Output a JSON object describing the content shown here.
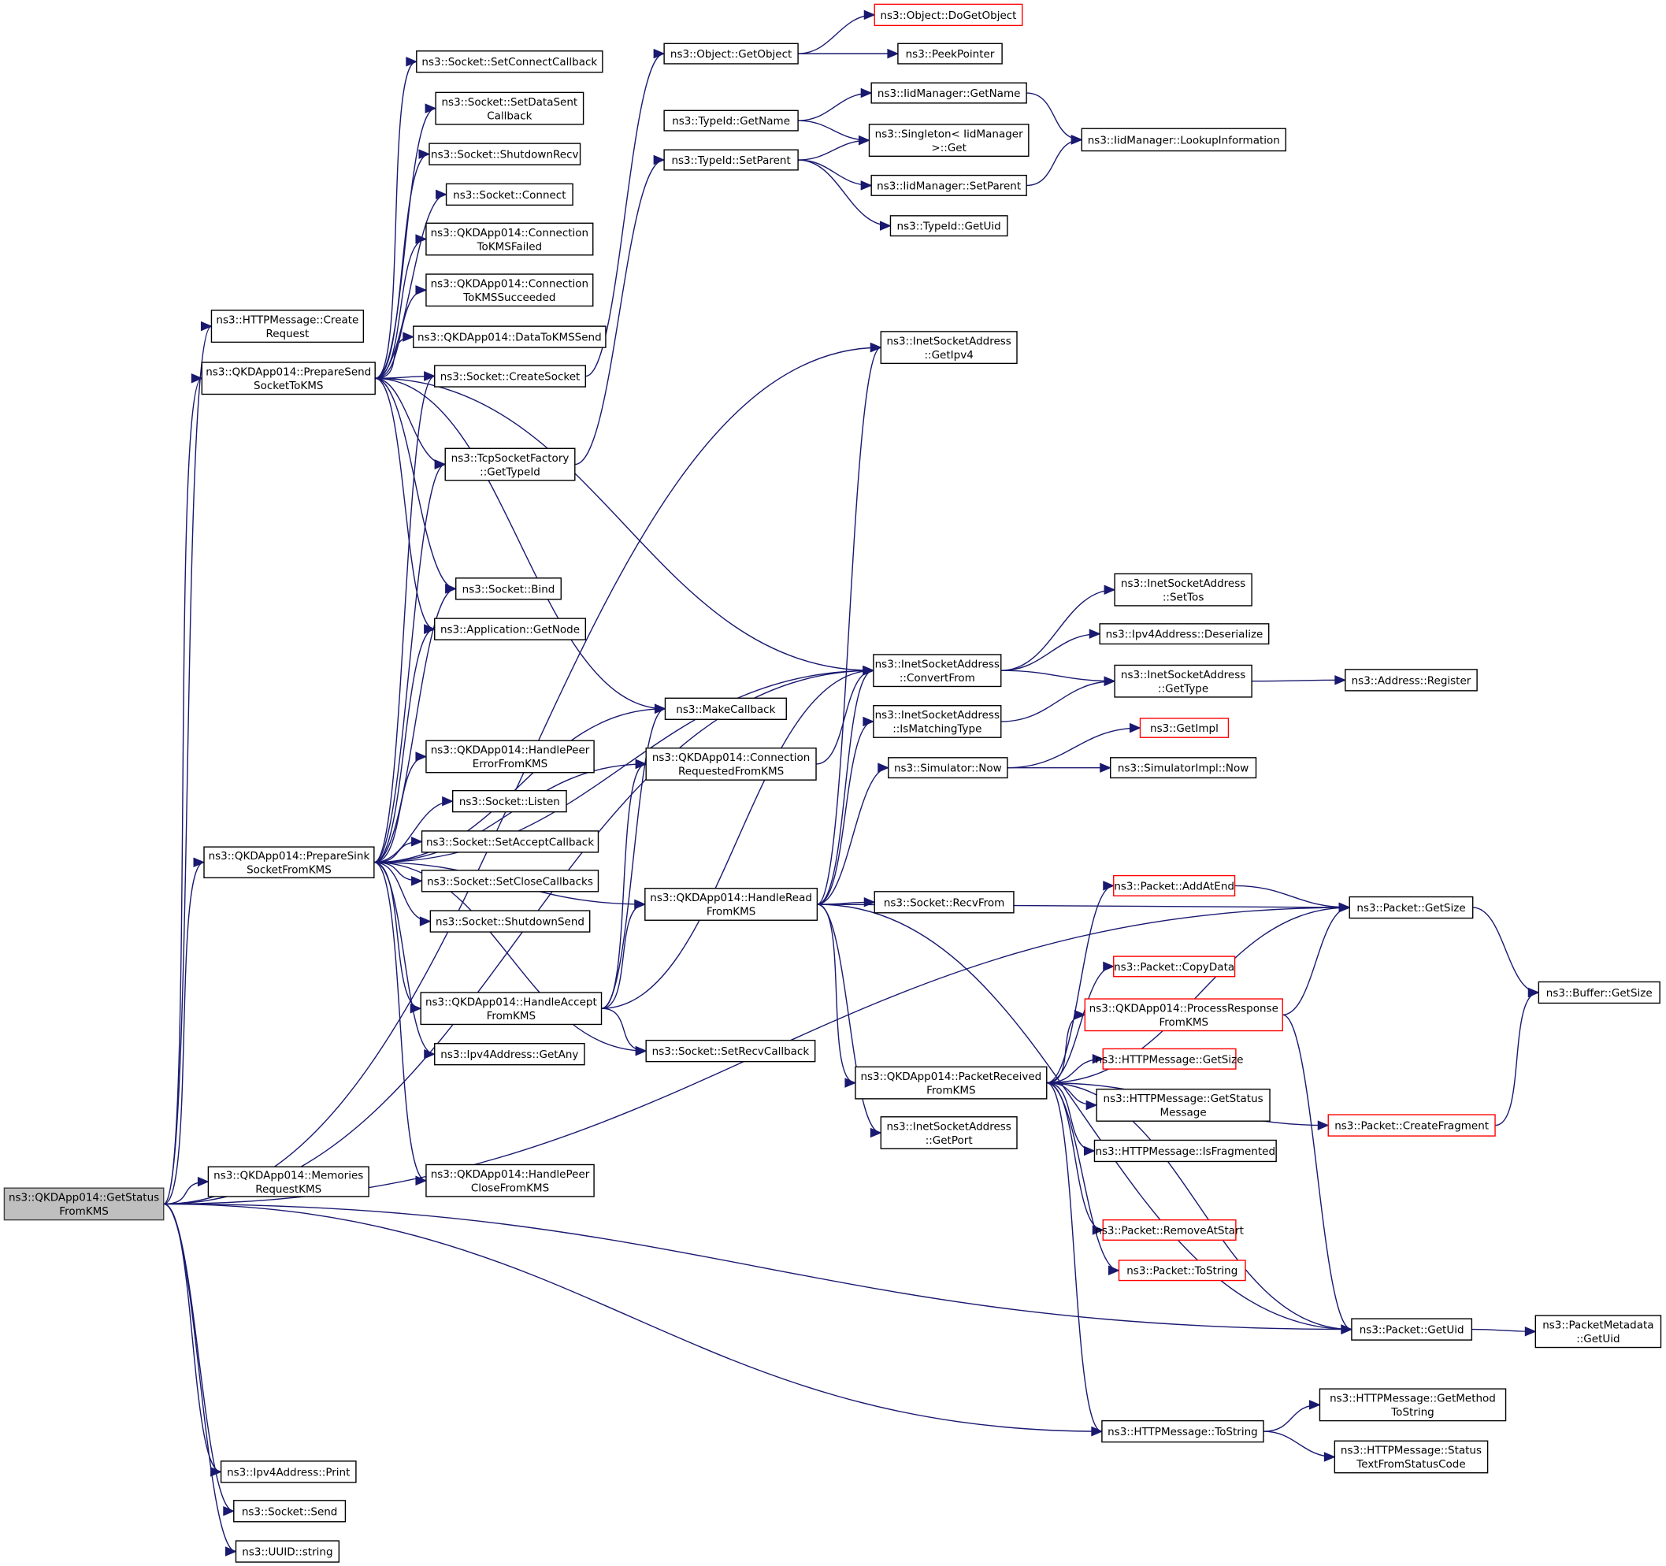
{
  "diagram": {
    "title": "Call graph of ns3::QKDApp014::GetStatusFromKMS",
    "colors": {
      "edge": "#191970",
      "root_fill": "#bfbfbf",
      "node_border": "#000000",
      "truncated_border": "#ff0000"
    },
    "nodes": [
      {
        "id": "root",
        "lines": [
          "ns3::QKDApp014::GetStatus",
          "FromKMS"
        ],
        "style": "root"
      },
      {
        "id": "createRequest",
        "lines": [
          "ns3::HTTPMessage::Create",
          "Request"
        ]
      },
      {
        "id": "prepSend",
        "lines": [
          "ns3::QKDApp014::PrepareSend",
          "SocketToKMS"
        ]
      },
      {
        "id": "prepSink",
        "lines": [
          "ns3::QKDApp014::PrepareSink",
          "SocketFromKMS"
        ]
      },
      {
        "id": "memReq",
        "lines": [
          "ns3::QKDApp014::Memories",
          "RequestKMS"
        ]
      },
      {
        "id": "ipv4Print",
        "lines": [
          "ns3::Ipv4Address::Print"
        ]
      },
      {
        "id": "sockSend",
        "lines": [
          "ns3::Socket::Send"
        ]
      },
      {
        "id": "uuidString",
        "lines": [
          "ns3::UUID::string"
        ]
      },
      {
        "id": "setConnCb",
        "lines": [
          "ns3::Socket::SetConnectCallback"
        ]
      },
      {
        "id": "setDataSent",
        "lines": [
          "ns3::Socket::SetDataSent",
          "Callback"
        ]
      },
      {
        "id": "shutRecv",
        "lines": [
          "ns3::Socket::ShutdownRecv"
        ]
      },
      {
        "id": "connect",
        "lines": [
          "ns3::Socket::Connect"
        ]
      },
      {
        "id": "connFailed",
        "lines": [
          "ns3::QKDApp014::Connection",
          "ToKMSFailed"
        ]
      },
      {
        "id": "connSucc",
        "lines": [
          "ns3::QKDApp014::Connection",
          "ToKMSSucceeded"
        ]
      },
      {
        "id": "dataSend",
        "lines": [
          "ns3::QKDApp014::DataToKMSSend"
        ]
      },
      {
        "id": "createSocket",
        "lines": [
          "ns3::Socket::CreateSocket"
        ]
      },
      {
        "id": "tcpTypeId",
        "lines": [
          "ns3::TcpSocketFactory",
          "::GetTypeId"
        ]
      },
      {
        "id": "bind",
        "lines": [
          "ns3::Socket::Bind"
        ]
      },
      {
        "id": "getNode",
        "lines": [
          "ns3::Application::GetNode"
        ]
      },
      {
        "id": "peerErr",
        "lines": [
          "ns3::QKDApp014::HandlePeer",
          "ErrorFromKMS"
        ]
      },
      {
        "id": "listen",
        "lines": [
          "ns3::Socket::Listen"
        ]
      },
      {
        "id": "setAcceptCb",
        "lines": [
          "ns3::Socket::SetAcceptCallback"
        ]
      },
      {
        "id": "setCloseCb",
        "lines": [
          "ns3::Socket::SetCloseCallbacks"
        ]
      },
      {
        "id": "shutSend",
        "lines": [
          "ns3::Socket::ShutdownSend"
        ]
      },
      {
        "id": "handleAccept",
        "lines": [
          "ns3::QKDApp014::HandleAccept",
          "FromKMS"
        ]
      },
      {
        "id": "getAny",
        "lines": [
          "ns3::Ipv4Address::GetAny"
        ]
      },
      {
        "id": "peerClose",
        "lines": [
          "ns3::QKDApp014::HandlePeer",
          "CloseFromKMS"
        ]
      },
      {
        "id": "getObject",
        "lines": [
          "ns3::Object::GetObject"
        ]
      },
      {
        "id": "typeGetName",
        "lines": [
          "ns3::TypeId::GetName"
        ]
      },
      {
        "id": "typeSetParent",
        "lines": [
          "ns3::TypeId::SetParent"
        ]
      },
      {
        "id": "makeCallback",
        "lines": [
          "ns3::MakeCallback"
        ]
      },
      {
        "id": "connReq",
        "lines": [
          "ns3::QKDApp014::Connection",
          "RequestedFromKMS"
        ]
      },
      {
        "id": "handleRead",
        "lines": [
          "ns3::QKDApp014::HandleRead",
          "FromKMS"
        ]
      },
      {
        "id": "setRecvCb",
        "lines": [
          "ns3::Socket::SetRecvCallback"
        ]
      },
      {
        "id": "doGetObject",
        "lines": [
          "ns3::Object::DoGetObject"
        ],
        "style": "red"
      },
      {
        "id": "peekPointer",
        "lines": [
          "ns3::PeekPointer"
        ]
      },
      {
        "id": "iidGetName",
        "lines": [
          "ns3::IidManager::GetName"
        ]
      },
      {
        "id": "singletonGet",
        "lines": [
          "ns3::Singleton< IidManager",
          ">::Get"
        ]
      },
      {
        "id": "iidSetParent",
        "lines": [
          "ns3::IidManager::SetParent"
        ]
      },
      {
        "id": "typeGetUid",
        "lines": [
          "ns3::TypeId::GetUid"
        ]
      },
      {
        "id": "getIpv4",
        "lines": [
          "ns3::InetSocketAddress",
          "::GetIpv4"
        ]
      },
      {
        "id": "convertFrom",
        "lines": [
          "ns3::InetSocketAddress",
          "::ConvertFrom"
        ]
      },
      {
        "id": "isMatching",
        "lines": [
          "ns3::InetSocketAddress",
          "::IsMatchingType"
        ]
      },
      {
        "id": "simNow",
        "lines": [
          "ns3::Simulator::Now"
        ]
      },
      {
        "id": "recvFrom",
        "lines": [
          "ns3::Socket::RecvFrom"
        ]
      },
      {
        "id": "pktReceived",
        "lines": [
          "ns3::QKDApp014::PacketReceived",
          "FromKMS"
        ]
      },
      {
        "id": "getPort",
        "lines": [
          "ns3::InetSocketAddress",
          "::GetPort"
        ]
      },
      {
        "id": "httpToString",
        "lines": [
          "ns3::HTTPMessage::ToString"
        ]
      },
      {
        "id": "lookupInfo",
        "lines": [
          "ns3::IidManager::LookupInformation"
        ]
      },
      {
        "id": "setTos",
        "lines": [
          "ns3::InetSocketAddress",
          "::SetTos"
        ]
      },
      {
        "id": "deserialize",
        "lines": [
          "ns3::Ipv4Address::Deserialize"
        ]
      },
      {
        "id": "getType",
        "lines": [
          "ns3::InetSocketAddress",
          "::GetType"
        ]
      },
      {
        "id": "getImpl",
        "lines": [
          "ns3::GetImpl"
        ],
        "style": "red"
      },
      {
        "id": "simImplNow",
        "lines": [
          "ns3::SimulatorImpl::Now"
        ]
      },
      {
        "id": "addAtEnd",
        "lines": [
          "ns3::Packet::AddAtEnd"
        ],
        "style": "red"
      },
      {
        "id": "copyData",
        "lines": [
          "ns3::Packet::CopyData"
        ],
        "style": "red"
      },
      {
        "id": "processResp",
        "lines": [
          "ns3::QKDApp014::ProcessResponse",
          "FromKMS"
        ],
        "style": "red"
      },
      {
        "id": "httpGetSize",
        "lines": [
          "ns3::HTTPMessage::GetSize"
        ],
        "style": "red"
      },
      {
        "id": "getStatusMsg",
        "lines": [
          "ns3::HTTPMessage::GetStatus",
          "Message"
        ]
      },
      {
        "id": "isFragmented",
        "lines": [
          "ns3::HTTPMessage::IsFragmented"
        ]
      },
      {
        "id": "removeAtStart",
        "lines": [
          "ns3::Packet::RemoveAtStart"
        ],
        "style": "red"
      },
      {
        "id": "pktToString",
        "lines": [
          "ns3::Packet::ToString"
        ],
        "style": "red"
      },
      {
        "id": "getMethodStr",
        "lines": [
          "ns3::HTTPMessage::GetMethod",
          "ToString"
        ]
      },
      {
        "id": "statusText",
        "lines": [
          "ns3::HTTPMessage::Status",
          "TextFromStatusCode"
        ]
      },
      {
        "id": "addrRegister",
        "lines": [
          "ns3::Address::Register"
        ]
      },
      {
        "id": "pktGetSize",
        "lines": [
          "ns3::Packet::GetSize"
        ]
      },
      {
        "id": "createFragment",
        "lines": [
          "ns3::Packet::CreateFragment"
        ],
        "style": "red"
      },
      {
        "id": "pktGetUid",
        "lines": [
          "ns3::Packet::GetUid"
        ]
      },
      {
        "id": "bufGetSize",
        "lines": [
          "ns3::Buffer::GetSize"
        ]
      },
      {
        "id": "metaGetUid",
        "lines": [
          "ns3::PacketMetadata",
          "::GetUid"
        ]
      }
    ],
    "edges": [
      [
        "root",
        "createRequest"
      ],
      [
        "root",
        "prepSend"
      ],
      [
        "root",
        "prepSink"
      ],
      [
        "root",
        "memReq"
      ],
      [
        "root",
        "ipv4Print"
      ],
      [
        "root",
        "sockSend"
      ],
      [
        "root",
        "uuidString"
      ],
      [
        "root",
        "getIpv4"
      ],
      [
        "root",
        "convertFrom"
      ],
      [
        "root",
        "pktGetSize"
      ],
      [
        "root",
        "pktGetUid"
      ],
      [
        "root",
        "httpToString"
      ],
      [
        "prepSend",
        "setConnCb"
      ],
      [
        "prepSend",
        "setDataSent"
      ],
      [
        "prepSend",
        "shutRecv"
      ],
      [
        "prepSend",
        "connect"
      ],
      [
        "prepSend",
        "connFailed"
      ],
      [
        "prepSend",
        "connSucc"
      ],
      [
        "prepSend",
        "dataSend"
      ],
      [
        "prepSend",
        "createSocket"
      ],
      [
        "prepSend",
        "tcpTypeId"
      ],
      [
        "prepSend",
        "bind"
      ],
      [
        "prepSend",
        "getNode"
      ],
      [
        "prepSend",
        "makeCallback"
      ],
      [
        "prepSend",
        "convertFrom"
      ],
      [
        "prepSink",
        "createSocket"
      ],
      [
        "prepSink",
        "tcpTypeId"
      ],
      [
        "prepSink",
        "bind"
      ],
      [
        "prepSink",
        "getNode"
      ],
      [
        "prepSink",
        "convertFrom"
      ],
      [
        "prepSink",
        "makeCallback"
      ],
      [
        "prepSink",
        "peerErr"
      ],
      [
        "prepSink",
        "listen"
      ],
      [
        "prepSink",
        "setAcceptCb"
      ],
      [
        "prepSink",
        "setCloseCb"
      ],
      [
        "prepSink",
        "shutSend"
      ],
      [
        "prepSink",
        "handleAccept"
      ],
      [
        "prepSink",
        "getAny"
      ],
      [
        "prepSink",
        "peerClose"
      ],
      [
        "prepSink",
        "handleRead"
      ],
      [
        "prepSink",
        "setRecvCb"
      ],
      [
        "prepSink",
        "connReq"
      ],
      [
        "createSocket",
        "getObject"
      ],
      [
        "tcpTypeId",
        "typeSetParent"
      ],
      [
        "getObject",
        "doGetObject"
      ],
      [
        "getObject",
        "peekPointer"
      ],
      [
        "typeGetName",
        "iidGetName"
      ],
      [
        "typeGetName",
        "singletonGet"
      ],
      [
        "typeSetParent",
        "singletonGet"
      ],
      [
        "typeSetParent",
        "iidSetParent"
      ],
      [
        "typeSetParent",
        "typeGetUid"
      ],
      [
        "iidGetName",
        "lookupInfo"
      ],
      [
        "iidSetParent",
        "lookupInfo"
      ],
      [
        "handleAccept",
        "makeCallback"
      ],
      [
        "handleAccept",
        "connReq"
      ],
      [
        "handleAccept",
        "handleRead"
      ],
      [
        "handleAccept",
        "setRecvCb"
      ],
      [
        "handleAccept",
        "convertFrom"
      ],
      [
        "connReq",
        "convertFrom"
      ],
      [
        "handleRead",
        "getIpv4"
      ],
      [
        "handleRead",
        "convertFrom"
      ],
      [
        "handleRead",
        "isMatching"
      ],
      [
        "handleRead",
        "simNow"
      ],
      [
        "handleRead",
        "recvFrom"
      ],
      [
        "handleRead",
        "pktReceived"
      ],
      [
        "handleRead",
        "getPort"
      ],
      [
        "handleRead",
        "pktGetSize"
      ],
      [
        "handleRead",
        "pktGetUid"
      ],
      [
        "convertFrom",
        "setTos"
      ],
      [
        "convertFrom",
        "deserialize"
      ],
      [
        "convertFrom",
        "getType"
      ],
      [
        "isMatching",
        "getType"
      ],
      [
        "getType",
        "addrRegister"
      ],
      [
        "simNow",
        "getImpl"
      ],
      [
        "simNow",
        "simImplNow"
      ],
      [
        "pktReceived",
        "addAtEnd"
      ],
      [
        "pktReceived",
        "pktGetSize"
      ],
      [
        "pktReceived",
        "copyData"
      ],
      [
        "pktReceived",
        "processResp"
      ],
      [
        "pktReceived",
        "httpGetSize"
      ],
      [
        "pktReceived",
        "getStatusMsg"
      ],
      [
        "pktReceived",
        "isFragmented"
      ],
      [
        "pktReceived",
        "createFragment"
      ],
      [
        "pktReceived",
        "removeAtStart"
      ],
      [
        "pktReceived",
        "pktToString"
      ],
      [
        "pktReceived",
        "pktGetUid"
      ],
      [
        "pktReceived",
        "httpToString"
      ],
      [
        "addAtEnd",
        "pktGetSize"
      ],
      [
        "processResp",
        "pktGetSize"
      ],
      [
        "processResp",
        "pktGetUid"
      ],
      [
        "pktGetSize",
        "bufGetSize"
      ],
      [
        "createFragment",
        "bufGetSize"
      ],
      [
        "pktGetUid",
        "metaGetUid"
      ],
      [
        "httpToString",
        "getMethodStr"
      ],
      [
        "httpToString",
        "statusText"
      ]
    ]
  }
}
